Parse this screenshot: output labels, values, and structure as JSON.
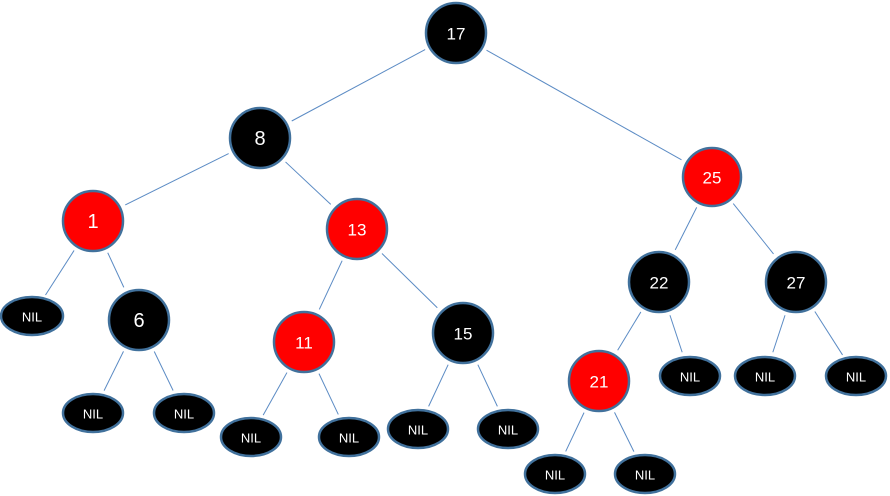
{
  "colors": {
    "black_node": "#000000",
    "red_node": "#ff0000",
    "node_border": "#41719c",
    "edge": "#5b8bc4",
    "text": "#ffffff"
  },
  "tree": {
    "nodes": [
      {
        "id": "n17",
        "label": "17",
        "color": "black"
      },
      {
        "id": "n8",
        "label": "8",
        "color": "black"
      },
      {
        "id": "n25",
        "label": "25",
        "color": "red"
      },
      {
        "id": "n1",
        "label": "1",
        "color": "red"
      },
      {
        "id": "n13",
        "label": "13",
        "color": "red"
      },
      {
        "id": "n22",
        "label": "22",
        "color": "black"
      },
      {
        "id": "n27",
        "label": "27",
        "color": "black"
      },
      {
        "id": "nil1",
        "label": "NIL",
        "color": "black"
      },
      {
        "id": "n6",
        "label": "6",
        "color": "black"
      },
      {
        "id": "n11",
        "label": "11",
        "color": "red"
      },
      {
        "id": "n15",
        "label": "15",
        "color": "black"
      },
      {
        "id": "n21",
        "label": "21",
        "color": "red"
      },
      {
        "id": "nil22r",
        "label": "NIL",
        "color": "black"
      },
      {
        "id": "nil27l",
        "label": "NIL",
        "color": "black"
      },
      {
        "id": "nil27r",
        "label": "NIL",
        "color": "black"
      },
      {
        "id": "nil6l",
        "label": "NIL",
        "color": "black"
      },
      {
        "id": "nil6r",
        "label": "NIL",
        "color": "black"
      },
      {
        "id": "nil11l",
        "label": "NIL",
        "color": "black"
      },
      {
        "id": "nil11r",
        "label": "NIL",
        "color": "black"
      },
      {
        "id": "nil15l",
        "label": "NIL",
        "color": "black"
      },
      {
        "id": "nil15r",
        "label": "NIL",
        "color": "black"
      },
      {
        "id": "nil21l",
        "label": "NIL",
        "color": "black"
      },
      {
        "id": "nil21r",
        "label": "NIL",
        "color": "black"
      }
    ],
    "edges": [
      [
        "n17",
        "n8"
      ],
      [
        "n17",
        "n25"
      ],
      [
        "n8",
        "n1"
      ],
      [
        "n8",
        "n13"
      ],
      [
        "n1",
        "nil1"
      ],
      [
        "n1",
        "n6"
      ],
      [
        "n6",
        "nil6l"
      ],
      [
        "n6",
        "nil6r"
      ],
      [
        "n13",
        "n11"
      ],
      [
        "n13",
        "n15"
      ],
      [
        "n11",
        "nil11l"
      ],
      [
        "n11",
        "nil11r"
      ],
      [
        "n15",
        "nil15l"
      ],
      [
        "n15",
        "nil15r"
      ],
      [
        "n25",
        "n22"
      ],
      [
        "n25",
        "n27"
      ],
      [
        "n22",
        "n21"
      ],
      [
        "n22",
        "nil22r"
      ],
      [
        "n21",
        "nil21l"
      ],
      [
        "n21",
        "nil21r"
      ],
      [
        "n27",
        "nil27l"
      ],
      [
        "n27",
        "nil27r"
      ]
    ]
  }
}
